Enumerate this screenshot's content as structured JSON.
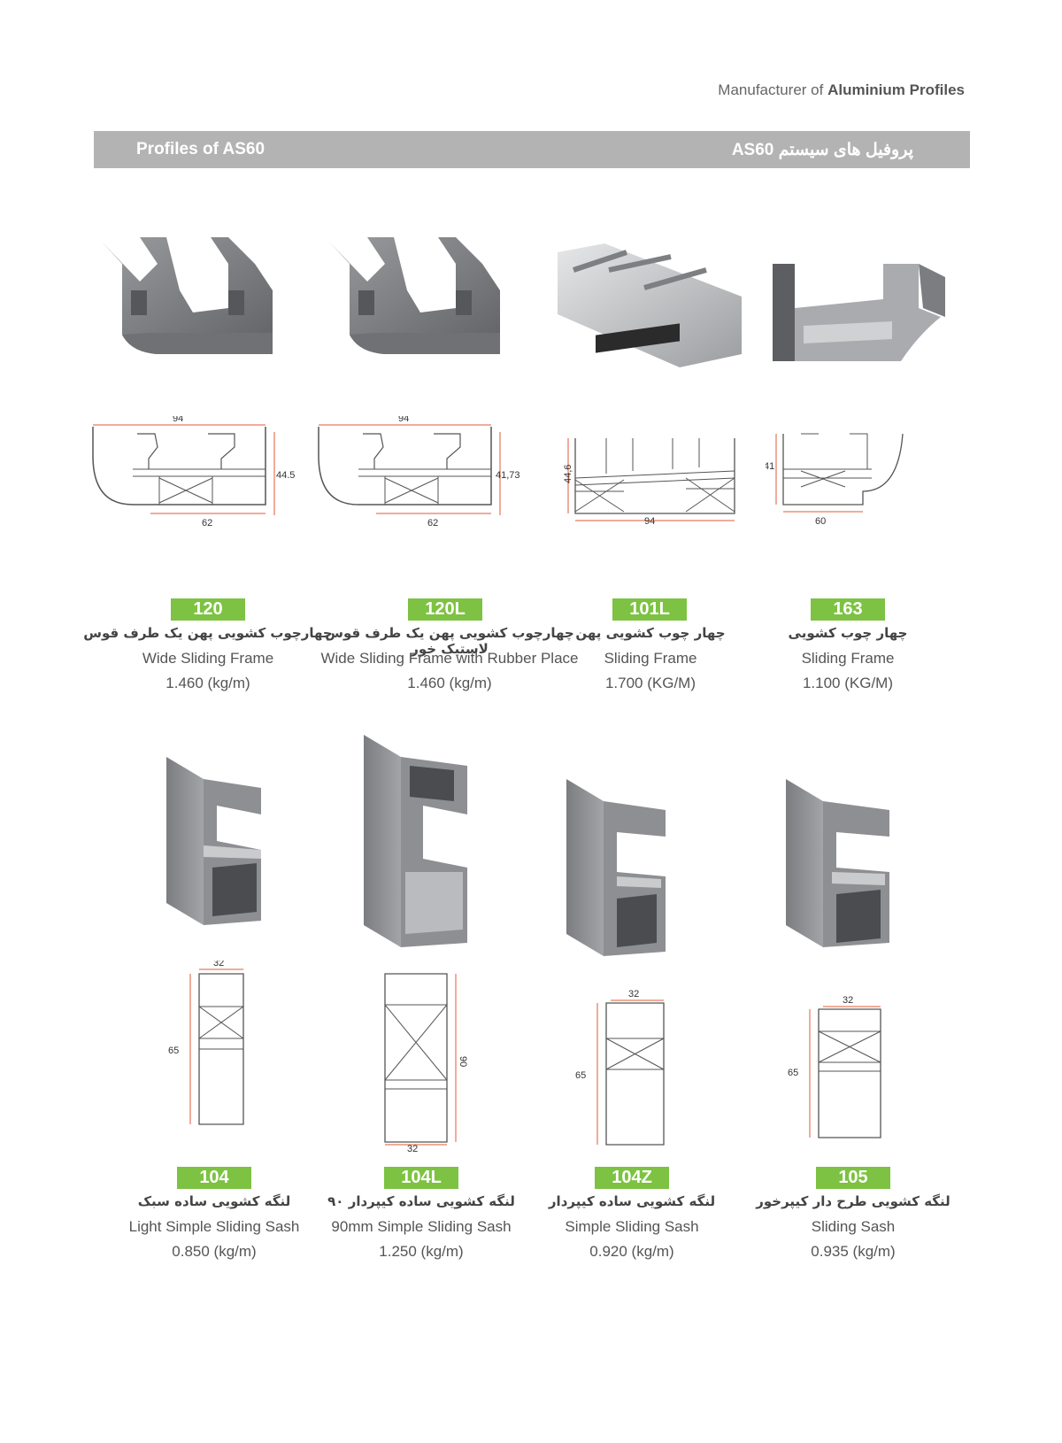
{
  "header": {
    "brand_prefix": "Manufacturer of ",
    "brand_bold": "Aluminium Profiles"
  },
  "band": {
    "title_en": "Profiles of AS60",
    "title_fa": "پروفیل های سیستم AS60"
  },
  "colors": {
    "band": "#b3b3b3",
    "code_badge": "#7dc242",
    "dimension_line": "#e05a3a",
    "profile_gray": "#8a8c8f"
  },
  "products": [
    {
      "code": "120",
      "name_fa": "چهارچوب کشویی پهن یک طرف قوس",
      "name_en": "Wide Sliding Frame",
      "weight": "1.460 (kg/m)",
      "dims": [
        "94",
        "44.5",
        "62"
      ]
    },
    {
      "code": "120L",
      "name_fa": "چهارچوب کشویی پهن یک طرف قوس لاستیک خور",
      "name_en": "Wide Sliding Frame with Rubber Place",
      "weight": "1.460 (kg/m)",
      "dims": [
        "94",
        "41,73",
        "62"
      ]
    },
    {
      "code": "101L",
      "name_fa": "چهار چوب کشویی پهن",
      "name_en": "Sliding Frame",
      "weight": "1.700 (KG/M)",
      "dims": [
        "44,6",
        "94"
      ]
    },
    {
      "code": "163",
      "name_fa": "چهار چوب کشویی",
      "name_en": "Sliding Frame",
      "weight": "1.100 (KG/M)",
      "dims": [
        "41",
        "60"
      ]
    },
    {
      "code": "104",
      "name_fa": "لنگه کشویی ساده سبک",
      "name_en": "Light Simple Sliding Sash",
      "weight": "0.850 (kg/m)",
      "dims": [
        "32",
        "65"
      ]
    },
    {
      "code": "104L",
      "name_fa": "لنگه کشویی ساده کیپردار ۹۰",
      "name_en": "90mm Simple Sliding Sash",
      "weight": "1.250 (kg/m)",
      "dims": [
        "90",
        "32"
      ]
    },
    {
      "code": "104Z",
      "name_fa": "لنگه کشویی ساده کیپردار",
      "name_en": "Simple Sliding Sash",
      "weight": "0.920 (kg/m)",
      "dims": [
        "32",
        "65"
      ]
    },
    {
      "code": "105",
      "name_fa": "لنگه کشویی طرح دار کیپرخور",
      "name_en": "Sliding Sash",
      "weight": "0.935 (kg/m)",
      "dims": [
        "32",
        "65"
      ]
    }
  ]
}
